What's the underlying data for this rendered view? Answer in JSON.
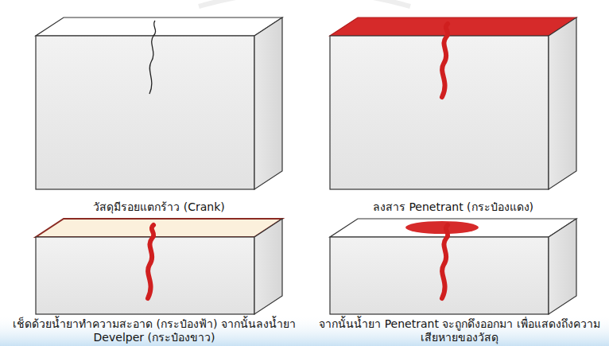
{
  "diagram": {
    "labels": [
      "วัสดุมีรอยแตกร้าว (Crank)",
      "ลงสาร Penetrant (กระป๋องแดง)",
      "เช็ดด้วยน้ำยาทำความสะอาด (กระป๋องฟ้า) จากนั้นลงน้ำยา Develper (กระป๋องขาว)",
      "จากนั้นน้ำยา Penetrant จะถูกดึงออกมา เพื่อแสดงถึงความเสียหายของวัสดุ"
    ]
  }
}
